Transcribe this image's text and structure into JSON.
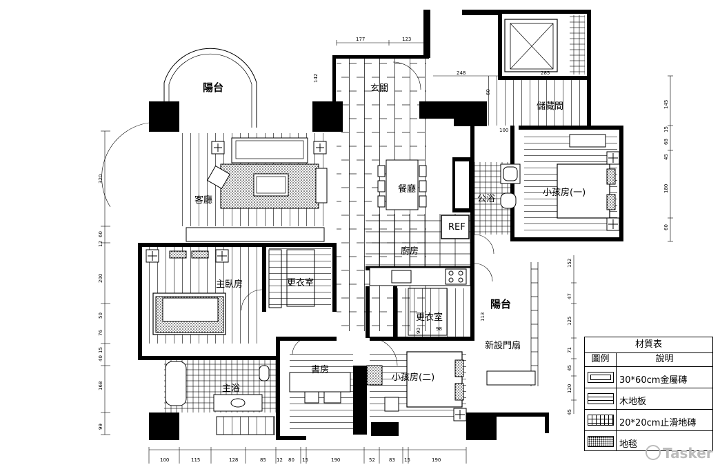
{
  "rooms": {
    "balcony_top": "陽台",
    "entrance": "玄關",
    "storage": "儲藏間",
    "living": "客廳",
    "dining": "餐廳",
    "public_bath": "公浴",
    "kid1": "小孩房(一)",
    "master": "主臥房",
    "closet1": "更衣室",
    "kitchen": "廚房",
    "ref": "REF",
    "balcony_right": "陽台",
    "closet2": "更衣室",
    "new_door": "新設門扇",
    "study": "書房",
    "kid2": "小孩房(二)",
    "master_bath": "主浴"
  },
  "dims": {
    "top": [
      "177",
      "123",
      "248",
      "285",
      "142",
      "60",
      "100"
    ],
    "bottom": [
      "100",
      "115",
      "128",
      "85",
      "12",
      "80",
      "15",
      "190",
      "52",
      "83",
      "15",
      "190"
    ],
    "left": [
      "320",
      "60",
      "12",
      "200",
      "50",
      "76",
      "15",
      "40",
      "168",
      "99"
    ],
    "right": [
      "145",
      "15",
      "68",
      "45",
      "180",
      "60",
      "152",
      "47",
      "113",
      "125",
      "71",
      "45",
      "120",
      "45"
    ],
    "misc": [
      "98",
      "90"
    ]
  },
  "legend": {
    "title": "材質表",
    "col_symbol": "圖例",
    "col_desc": "說明",
    "rows": [
      {
        "pattern": "tile-30x60",
        "desc": "30*60cm金屬磚"
      },
      {
        "pattern": "wood-floor",
        "desc": "木地板"
      },
      {
        "pattern": "tile-20x20",
        "desc": "20*20cm止滑地磚"
      },
      {
        "pattern": "carpet",
        "desc": "地毯"
      }
    ]
  },
  "watermark": "Tasker"
}
